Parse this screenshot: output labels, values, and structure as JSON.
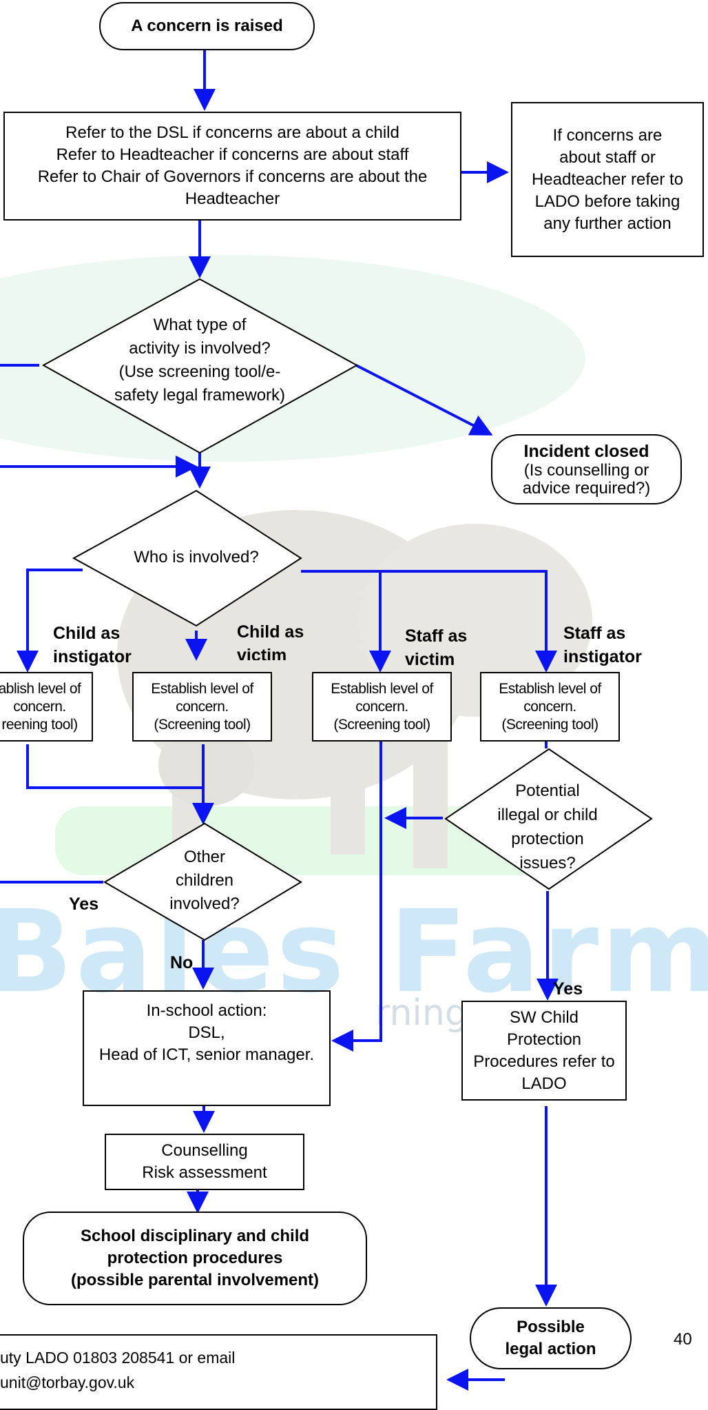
{
  "nodes": {
    "start": "A concern is raised",
    "refer": [
      "Refer to the DSL if concerns are about a child",
      "Refer to Headteacher if concerns are about staff",
      "Refer to Chair of Governors if concerns are about the",
      "Headteacher"
    ],
    "lado_note": [
      "If concerns are",
      "about staff or",
      "Headteacher refer to",
      "LADO before taking",
      "any further action"
    ],
    "activity": [
      "What type of",
      "activity is involved?",
      "(Use screening tool/e-",
      "safety legal framework)"
    ],
    "incident_closed_title": "Incident closed",
    "incident_closed_sub": [
      "(Is counselling or",
      "advice required?)"
    ],
    "who": "Who is involved?",
    "establish_1": [
      "ablish level of",
      "concern.",
      "reening tool)"
    ],
    "establish_2": [
      "Establish level of",
      "concern.",
      "(Screening tool)"
    ],
    "establish_3": [
      "Establish level of",
      "concern.",
      "(Screening tool)"
    ],
    "establish_4": [
      "Establish level of",
      "concern.",
      "(Screening tool)"
    ],
    "potential": [
      "Potential",
      "illegal or child",
      "protection",
      "issues?"
    ],
    "other_children": [
      "Other",
      "children",
      "involved?"
    ],
    "in_school": [
      "In-school action:",
      "DSL,",
      "Head of ICT, senior manager."
    ],
    "sw_child": [
      "SW Child",
      "Protection",
      "Procedures refer to",
      "LADO"
    ],
    "counselling": [
      "Counselling",
      "Risk assessment"
    ],
    "disciplinary": [
      "School disciplinary and child",
      "protection procedures",
      "(possible parental involvement)"
    ],
    "possible_legal": [
      "Possible",
      "legal action"
    ],
    "contact": [
      "uty LADO 01803 208541 or email",
      "unit@torbay.gov.uk"
    ]
  },
  "edge_labels": {
    "child_instigator": [
      "Child as",
      "instigator"
    ],
    "child_victim": [
      "Child as",
      "victim"
    ],
    "staff_victim": [
      "Staff as",
      "victim"
    ],
    "staff_instigator": [
      "Staff as",
      "instigator"
    ],
    "yes_left": "Yes",
    "no": "No",
    "yes_right": "Yes"
  },
  "watermark": {
    "title": "Bales Farm",
    "subtitle": "rning"
  },
  "page_number": "40",
  "colors": {
    "arrow": "#0a14f0",
    "border": "#000000",
    "watermark_text": "#cfe8f7",
    "watermark_shape": "#e3e2dc",
    "watermark_green": "#e4fae6"
  }
}
